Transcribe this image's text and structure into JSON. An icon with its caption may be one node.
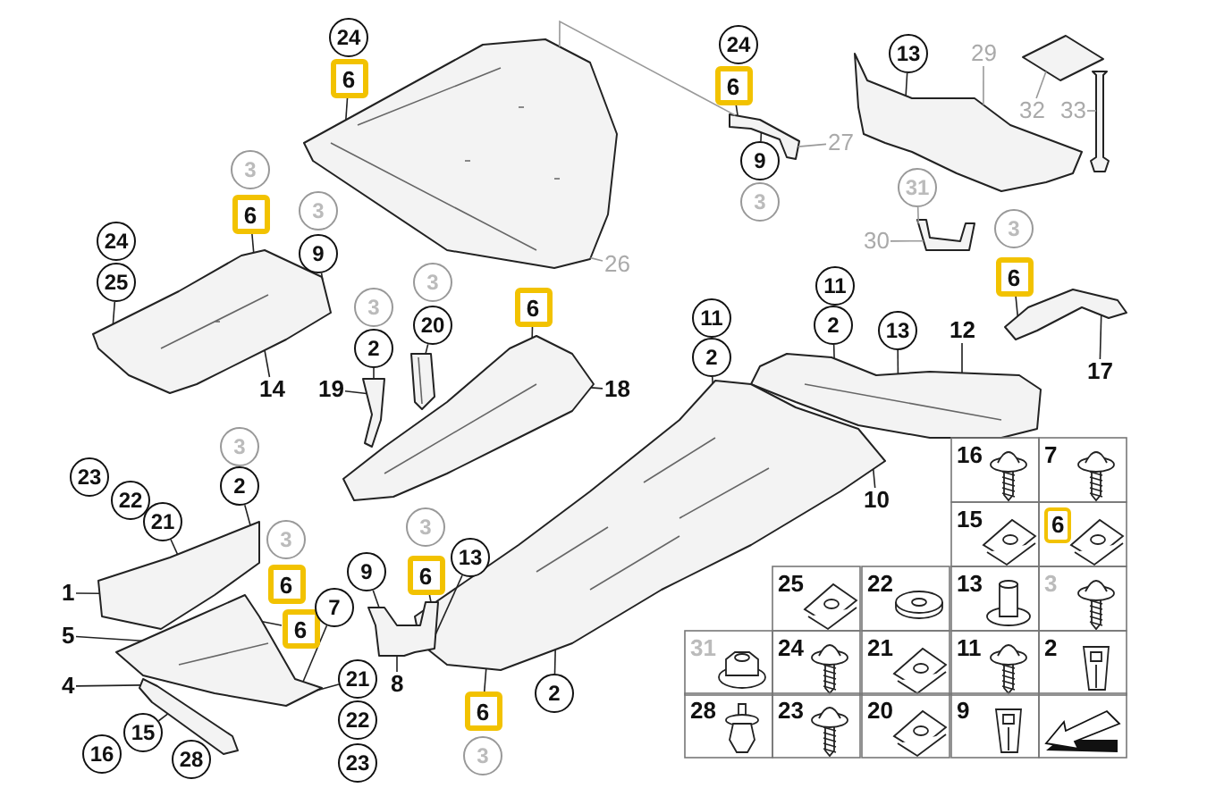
{
  "diagram": {
    "nodes": [
      {
        "text": [],
        "shape": "picture"
      },
      {
        "text": [],
        "shape": "picture"
      },
      {
        "text": [],
        "shape": "picture"
      },
      {
        "text": [],
        "shape": "picture"
      },
      {
        "text": [],
        "shape": "picture"
      },
      {
        "text": [],
        "shape": "picture"
      },
      {
        "text": [],
        "shape": "picture"
      },
      {
        "text": [],
        "shape": "picture"
      },
      {
        "text": [],
        "shape": "picture"
      },
      {
        "text": [],
        "shape": "picture"
      },
      {
        "text": [],
        "shape": "picture"
      },
      {
        "text": [],
        "shape": "picture"
      },
      {
        "text": [],
        "shape": "picture"
      },
      {
        "text": [],
        "shape": "picture"
      },
      {
        "text": [],
        "shape": "picture"
      },
      {
        "text": [],
        "shape": "picture"
      },
      {
        "text": [],
        "shape": "picture"
      },
      {
        "text": [
          "6"
        ]
      },
      {
        "text": [
          "26"
        ]
      },
      {
        "text": [
          "6"
        ]
      },
      {
        "text": [
          "9"
        ]
      },
      {
        "text": [
          "27"
        ]
      },
      {
        "text": [
          "13"
        ]
      },
      {
        "text": [
          "29"
        ]
      },
      {
        "text": [
          "32"
        ]
      },
      {
        "text": [
          "33"
        ]
      },
      {
        "text": [
          "31"
        ]
      },
      {
        "text": [
          "30"
        ]
      },
      {
        "text": [
          "6"
        ]
      },
      {
        "text": [
          "17"
        ]
      },
      {
        "text": [
          "2"
        ]
      },
      {
        "text": [
          "13"
        ]
      },
      {
        "text": [
          "12"
        ]
      },
      {
        "text": [
          "2"
        ]
      },
      {
        "text": [
          "10"
        ]
      },
      {
        "text": [
          "25"
        ]
      },
      {
        "text": [
          "6"
        ]
      },
      {
        "text": [
          "9"
        ]
      },
      {
        "text": [
          "14"
        ]
      },
      {
        "text": [
          "2"
        ]
      },
      {
        "text": [
          "19"
        ]
      },
      {
        "text": [
          "20"
        ]
      },
      {
        "text": [
          "6"
        ]
      },
      {
        "text": [
          "18"
        ]
      },
      {
        "text": [
          "2"
        ]
      },
      {
        "text": [
          "21"
        ]
      },
      {
        "text": [
          "1"
        ]
      },
      {
        "text": [
          "6"
        ]
      },
      {
        "text": [
          "7"
        ]
      },
      {
        "text": [
          "5"
        ]
      },
      {
        "text": [
          "21"
        ]
      },
      {
        "text": [
          "4"
        ]
      },
      {
        "text": [
          "15"
        ]
      },
      {
        "text": [
          "9"
        ]
      },
      {
        "text": [
          "6"
        ]
      },
      {
        "text": [
          "13"
        ]
      },
      {
        "text": [
          "8"
        ]
      },
      {
        "text": [
          "2"
        ]
      },
      {
        "text": [
          "6"
        ]
      },
      {
        "text": [
          "24"
        ]
      },
      {
        "text": [
          "24"
        ]
      },
      {
        "text": [
          "3"
        ]
      },
      {
        "text": [
          "3"
        ]
      },
      {
        "text": [
          "11"
        ]
      },
      {
        "text": [
          "11"
        ]
      },
      {
        "text": [
          "24"
        ]
      },
      {
        "text": [
          "3"
        ]
      },
      {
        "text": [
          "3"
        ]
      },
      {
        "text": [
          "3"
        ]
      },
      {
        "text": [
          "3"
        ]
      },
      {
        "text": [
          "3"
        ]
      },
      {
        "text": [
          "23"
        ]
      },
      {
        "text": [
          "22"
        ]
      },
      {
        "text": [
          "3"
        ]
      },
      {
        "text": [
          "6"
        ]
      },
      {
        "text": [
          "3"
        ]
      },
      {
        "text": [
          "22"
        ]
      },
      {
        "text": [
          "23"
        ]
      },
      {
        "text": [
          "16"
        ]
      },
      {
        "text": [
          "28"
        ]
      },
      {
        "text": [
          "3"
        ]
      }
    ],
    "edges": [
      {
        "from": 17,
        "to": 0,
        "arrow": "none"
      },
      {
        "from": 18,
        "to": 0,
        "arrow": "none",
        "color": "#999999"
      },
      {
        "from": 19,
        "to": 1,
        "arrow": "none"
      },
      {
        "from": 20,
        "to": 1,
        "arrow": "none"
      },
      {
        "from": 21,
        "to": 1,
        "arrow": "none",
        "color": "#999999"
      },
      {
        "from": 22,
        "to": 2,
        "arrow": "none"
      },
      {
        "from": 23,
        "to": 2,
        "arrow": "none",
        "color": "#999999"
      },
      {
        "from": 24,
        "to": 3,
        "arrow": "none",
        "color": "#999999"
      },
      {
        "from": 25,
        "to": 4,
        "arrow": "none",
        "color": "#999999"
      },
      {
        "from": 26,
        "to": 5,
        "arrow": "none",
        "color": "#999999"
      },
      {
        "from": 27,
        "to": 5,
        "arrow": "none",
        "color": "#999999"
      },
      {
        "from": 28,
        "to": 6,
        "arrow": "none"
      },
      {
        "from": 29,
        "to": 6,
        "arrow": "none"
      },
      {
        "from": 30,
        "to": 7,
        "arrow": "none"
      },
      {
        "from": 31,
        "to": 7,
        "arrow": "none"
      },
      {
        "from": 32,
        "to": 7,
        "arrow": "none"
      },
      {
        "from": 33,
        "to": 8,
        "arrow": "none"
      },
      {
        "from": 34,
        "to": 8,
        "arrow": "none"
      },
      {
        "from": 35,
        "to": 9,
        "arrow": "none"
      },
      {
        "from": 36,
        "to": 9,
        "arrow": "none"
      },
      {
        "from": 37,
        "to": 9,
        "arrow": "none"
      },
      {
        "from": 38,
        "to": 9,
        "arrow": "none"
      },
      {
        "from": 39,
        "to": 10,
        "arrow": "none"
      },
      {
        "from": 40,
        "to": 10,
        "arrow": "none"
      },
      {
        "from": 41,
        "to": 11,
        "arrow": "none"
      },
      {
        "from": 42,
        "to": 12,
        "arrow": "none"
      },
      {
        "from": 43,
        "to": 12,
        "arrow": "none"
      },
      {
        "from": 44,
        "to": 13,
        "arrow": "none"
      },
      {
        "from": 45,
        "to": 13,
        "arrow": "none"
      },
      {
        "from": 46,
        "to": 13,
        "arrow": "none"
      },
      {
        "from": 47,
        "to": 14,
        "arrow": "none"
      },
      {
        "from": 48,
        "to": 14,
        "arrow": "none"
      },
      {
        "from": 49,
        "to": 14,
        "arrow": "none"
      },
      {
        "from": 50,
        "to": 14,
        "arrow": "none"
      },
      {
        "from": 51,
        "to": 15,
        "arrow": "none"
      },
      {
        "from": 52,
        "to": 15,
        "arrow": "none"
      },
      {
        "from": 53,
        "to": 16,
        "arrow": "none"
      },
      {
        "from": 54,
        "to": 16,
        "arrow": "none"
      },
      {
        "from": 55,
        "to": 16,
        "arrow": "none"
      },
      {
        "from": 56,
        "to": 16,
        "arrow": "none"
      },
      {
        "from": 57,
        "to": 8,
        "arrow": "none"
      },
      {
        "from": 58,
        "to": 8,
        "arrow": "none"
      },
      {
        "from": 0,
        "to": 1,
        "arrow": "none",
        "color": "#999999"
      }
    ],
    "labels": [
      "16",
      "7",
      "15",
      "6",
      "25",
      "22",
      "13",
      "3",
      "31",
      "24",
      "21",
      "11",
      "2",
      "28",
      "23",
      "20",
      "9"
    ]
  }
}
